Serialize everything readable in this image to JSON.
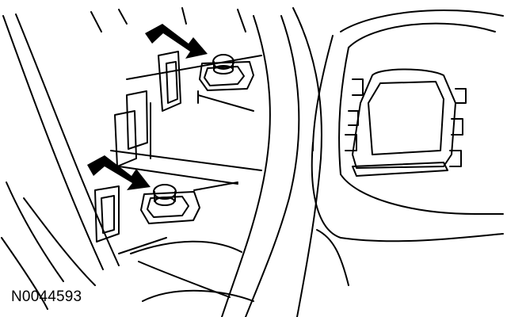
{
  "figure": {
    "id_label": "N0044593"
  },
  "colors": {
    "line": "#000000",
    "background": "#ffffff"
  },
  "icons": [
    "callout-arrow-upper",
    "callout-arrow-lower"
  ]
}
